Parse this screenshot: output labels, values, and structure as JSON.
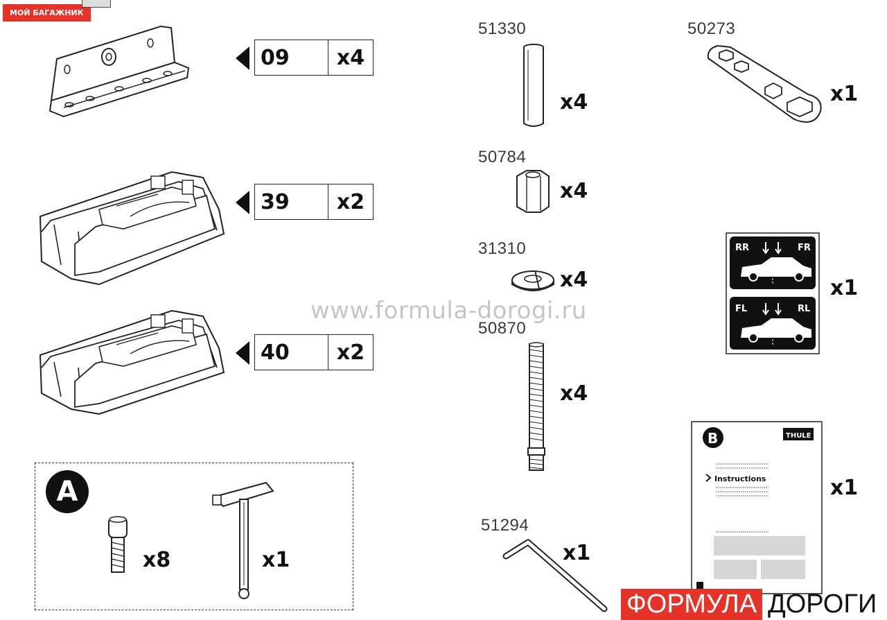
{
  "brand_badge": "МОЙ БАГАЖНИК",
  "watermark": "www.formula-dorogi.ru",
  "footer_logo": {
    "red": "ФОРМУЛА",
    "black": "ДОРОГИ"
  },
  "parts_left": [
    {
      "ref": "09",
      "qty": "x4"
    },
    {
      "ref": "39",
      "qty": "x2"
    },
    {
      "ref": "40",
      "qty": "x2"
    }
  ],
  "kit_a": {
    "letter": "A",
    "bolt_qty": "x8",
    "key_qty": "x1"
  },
  "parts_middle": [
    {
      "code": "51330",
      "qty": "x4"
    },
    {
      "code": "50784",
      "qty": "x4"
    },
    {
      "code": "31310",
      "qty": "x4"
    },
    {
      "code": "50870",
      "qty": "x4"
    },
    {
      "code": "51294",
      "qty": "x1"
    }
  ],
  "parts_right": [
    {
      "code": "50273",
      "qty": "x1"
    },
    {
      "qty": "x1"
    },
    {
      "qty": "x1"
    }
  ],
  "sticker": {
    "rr": "RR",
    "fr": "FR",
    "fl": "FL",
    "rl": "RL"
  },
  "manual": {
    "letter": "B",
    "brand": "THULE",
    "title": "Instructions"
  }
}
